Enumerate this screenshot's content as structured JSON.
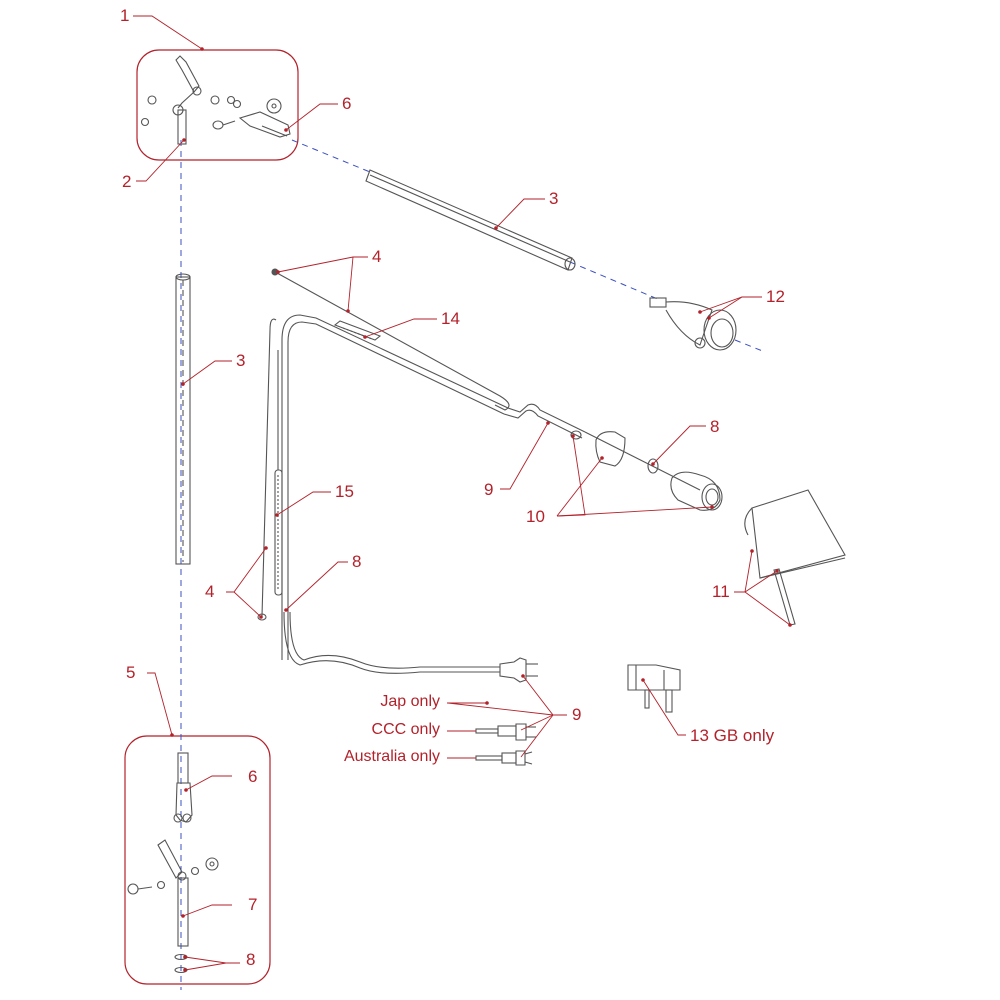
{
  "diagram": {
    "type": "exploded-parts-view",
    "subject": "articulated desk/wall lamp",
    "colors": {
      "callout": "#b3222b",
      "line_art": "#555555",
      "group_box": "#b3222b",
      "axis_dash": "#3b4fc0"
    },
    "callouts": [
      {
        "id": "c1",
        "label": "1",
        "part": "upper joint assembly (group)"
      },
      {
        "id": "c2",
        "label": "2",
        "part": "upper joint bracket"
      },
      {
        "id": "c6a",
        "label": "6",
        "part": "upper pivot connector"
      },
      {
        "id": "c3a",
        "label": "3",
        "part": "upper arm tube"
      },
      {
        "id": "c3b",
        "label": "3",
        "part": "vertical arm tube"
      },
      {
        "id": "c4a",
        "label": "4",
        "part": "upper tension cable"
      },
      {
        "id": "c14",
        "label": "14",
        "part": "upper spring"
      },
      {
        "id": "c12",
        "label": "12",
        "part": "head joint"
      },
      {
        "id": "c8a",
        "label": "8",
        "part": "washer"
      },
      {
        "id": "c9a",
        "label": "9",
        "part": "cable"
      },
      {
        "id": "c10",
        "label": "10",
        "part": "lamp holder set"
      },
      {
        "id": "c15",
        "label": "15",
        "part": "lower spring"
      },
      {
        "id": "c4b",
        "label": "4",
        "part": "lower tension cable"
      },
      {
        "id": "c8b",
        "label": "8",
        "part": "cable grommet"
      },
      {
        "id": "c11",
        "label": "11",
        "part": "shade and handle"
      },
      {
        "id": "c9b",
        "label": "9",
        "part": "plug variants"
      },
      {
        "id": "c13",
        "label": "13  GB only",
        "part": "GB plug"
      },
      {
        "id": "c5",
        "label": "5",
        "part": "lower joint assembly (group)"
      },
      {
        "id": "c6b",
        "label": "6",
        "part": "lower pivot connector"
      },
      {
        "id": "c7",
        "label": "7",
        "part": "base pin"
      },
      {
        "id": "c8c",
        "label": "8",
        "part": "washers"
      }
    ],
    "plug_notes": [
      "Jap only",
      "CCC only",
      "Australia only"
    ]
  }
}
